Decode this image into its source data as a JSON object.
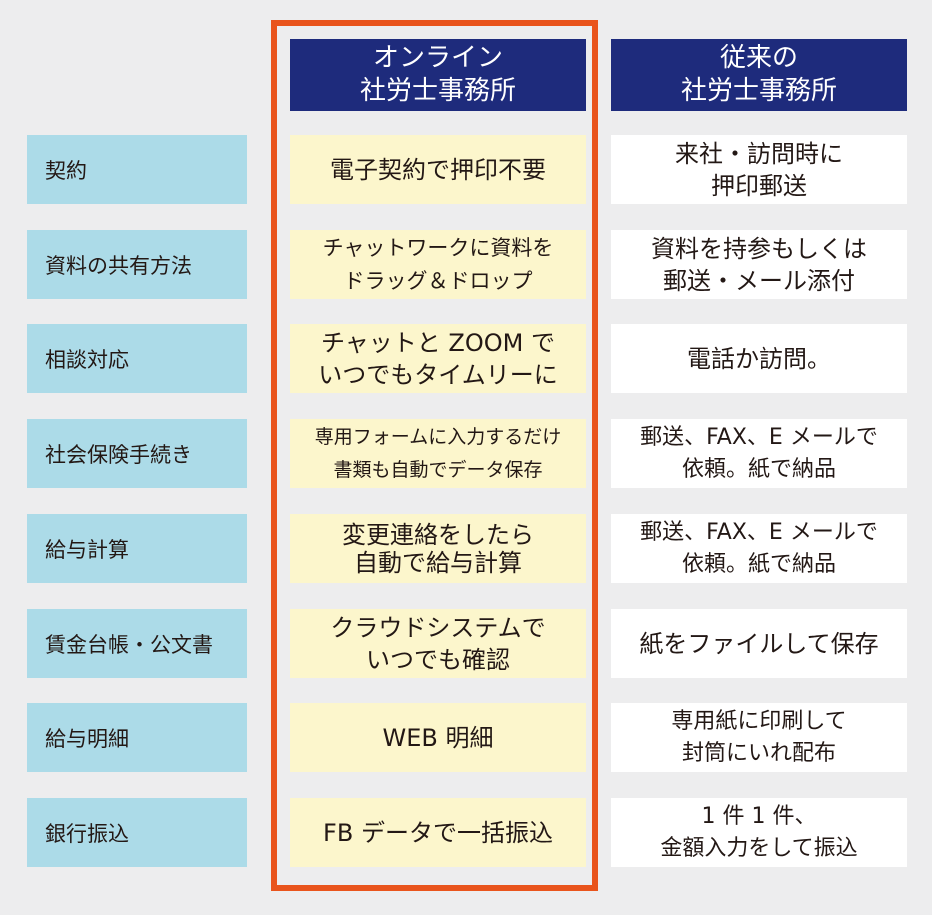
{
  "headers": {
    "online": [
      "オンライン",
      "社労士事務所"
    ],
    "traditional": [
      "従来の",
      "社労士事務所"
    ]
  },
  "rows": [
    {
      "label": "契約",
      "online": [
        "電子契約で押印不要"
      ],
      "traditional": [
        "来社・訪問時に",
        "押印郵送"
      ]
    },
    {
      "label": "資料の共有方法",
      "online": [
        "チャットワークに資料を",
        "ドラッグ＆ドロップ"
      ],
      "traditional": [
        "資料を持参もしくは",
        "郵送・メール添付"
      ]
    },
    {
      "label": "相談対応",
      "online": [
        "チャットと ZOOM で",
        "いつでもタイムリーに"
      ],
      "traditional": [
        "電話か訪問。"
      ]
    },
    {
      "label": "社会保険手続き",
      "online": [
        "専用フォームに入力するだけ",
        "書類も自動でデータ保存"
      ],
      "traditional": [
        "郵送、FAX、E メールで",
        "依頼。紙で納品"
      ]
    },
    {
      "label": "給与計算",
      "online": [
        "変更連絡をしたら",
        "自動で給与計算"
      ],
      "traditional": [
        "郵送、FAX、E メールで",
        "依頼。紙で納品"
      ]
    },
    {
      "label": "賃金台帳・公文書",
      "online": [
        "クラウドシステムで",
        "いつでも確認"
      ],
      "traditional": [
        "紙をファイルして保存"
      ]
    },
    {
      "label": "給与明細",
      "online": [
        "WEB 明細"
      ],
      "traditional": [
        "専用紙に印刷して",
        "封筒にいれ配布"
      ]
    },
    {
      "label": "銀行振込",
      "online": [
        "FB データで一括振込"
      ],
      "traditional": [
        "1 件 1 件、",
        "金額入力をして振込"
      ]
    }
  ],
  "colors": {
    "background": "#ededee",
    "header": "#1e2b7c",
    "label": "#acdbe8",
    "online": "#fcf6cc",
    "traditional": "#ffffff",
    "highlight_frame": "#e9541c"
  }
}
